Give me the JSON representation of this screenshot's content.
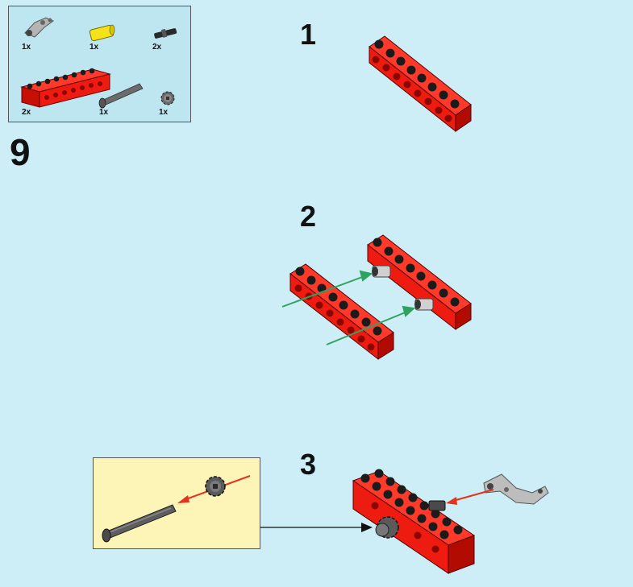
{
  "page_step": "9",
  "parts_list": [
    {
      "qty": "1x",
      "icon": "liftarm-bent-gray-icon"
    },
    {
      "qty": "1x",
      "icon": "yellow-connector-peg-icon"
    },
    {
      "qty": "2x",
      "icon": "black-peg-icon"
    },
    {
      "qty": "2x",
      "icon": "red-technic-brick-icon"
    },
    {
      "qty": "1x",
      "icon": "gray-axle-icon"
    },
    {
      "qty": "1x",
      "icon": "gray-gear-icon"
    }
  ],
  "substeps": [
    {
      "number": "1"
    },
    {
      "number": "2"
    },
    {
      "number": "3"
    }
  ],
  "colors": {
    "background": "#cdeef6",
    "brick_red": "#ee1c10",
    "arrow_green": "#2ea35f",
    "arrow_red": "#e4321e",
    "callout_bg": "#fdf4b8"
  }
}
